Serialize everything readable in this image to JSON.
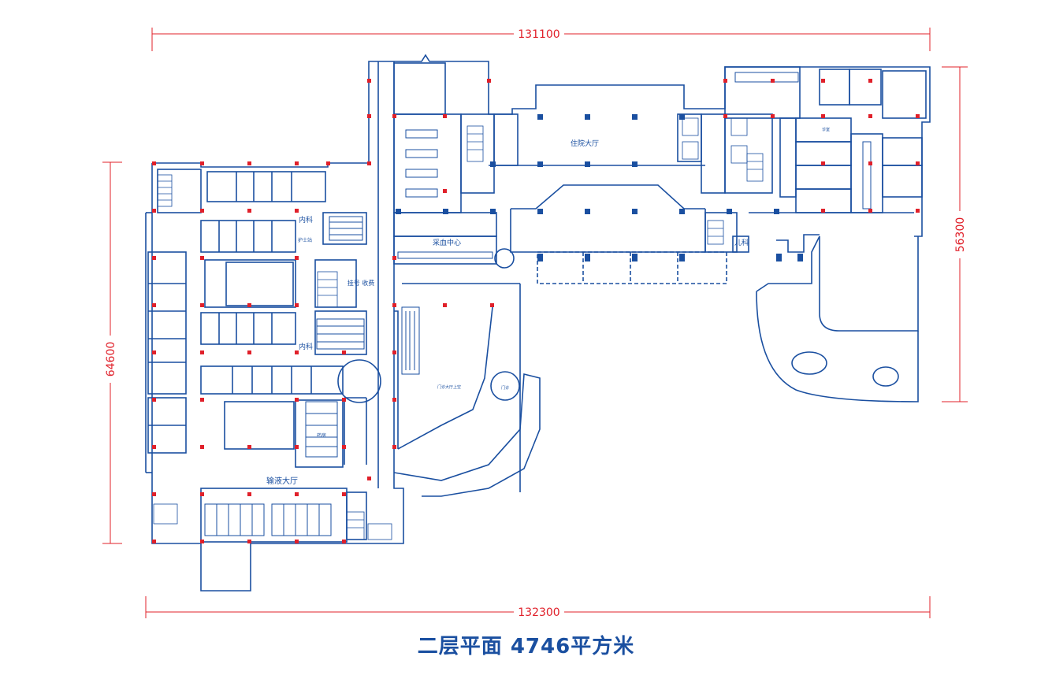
{
  "dimensions": {
    "top": "131100",
    "bottom": "132300",
    "left": "64600",
    "right": "56300"
  },
  "rooms": {
    "inpatient_lobby": "住院大厅",
    "infusion_hall": "输液大厅",
    "blood_center": "采血中心",
    "internal_med_1": "内科",
    "internal_med_2": "内科",
    "pediatrics": "儿科",
    "nurse_station": "护士站",
    "registration": "挂号 收费",
    "clinic_lobby_upper": "门诊大厅上空",
    "pharmacy": "药房",
    "gate": "门诊",
    "consulting": "诊室"
  },
  "title": "二层平面 4746平方米",
  "colors": {
    "wall": "#1a4fa0",
    "column_red": "#e0202a",
    "column_blue": "#1a4fa0",
    "dimension": "#e0202a"
  }
}
